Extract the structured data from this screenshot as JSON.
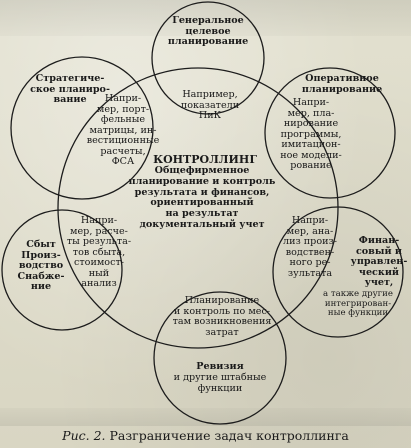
{
  "diagram": {
    "center": {
      "title": "КОНТРОЛЛИНГ",
      "text": "Общефирменное\nпланирование и контроль\nрезультата и финансов,\nориентированный\nна результат\nдокументальный учет"
    },
    "top": {
      "title": "Генеральное\nцелевое\nпланирование",
      "detail": "Например,\nпоказатели\nПиК"
    },
    "upper_left": {
      "title": "Стратегиче-\nское планиро-\nвание",
      "detail": "Напри-\nмер, порт-\nфельные\nматрицы, ин-\nвестиционные\nрасчеты,\nФСА"
    },
    "upper_right": {
      "title": "Оперативное\nпланирование",
      "detail": "Напри-\nмер, пла-\nнирование\nпрограммы,\nимитацион-\nное модели-\nрование"
    },
    "lower_left": {
      "title": "Сбыт\nПроиз-\nводство\nСнабже-\nние",
      "detail": "Напри-\nмер, расче-\nты результа-\nтов сбыта,\nстоимост-\nный\nанализ"
    },
    "lower_right": {
      "title": "Финан-\nсовый и\nуправлен-\nческий\nучет,",
      "title_extra": "а также другие\nинтегрирован-\nные функции",
      "detail": "Напри-\nмер, ана-\nлиз произ-\nводствен-\nного ре-\nзультата"
    },
    "bottom": {
      "detail": "Планирование\nи контроль по мес-\nтам возникновения\nзатрат",
      "title": "Ревизия",
      "title_extra": "и другие штабные\nфункции"
    }
  },
  "caption": {
    "number": "Рис. 2.",
    "text": "Разграничение задач контроллинга"
  }
}
